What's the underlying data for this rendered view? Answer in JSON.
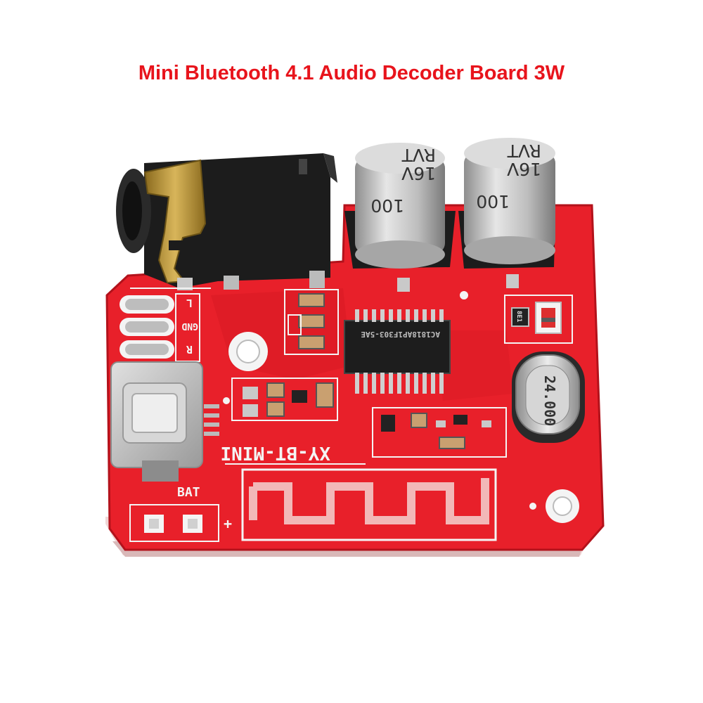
{
  "title": "Mini Bluetooth 4.1 Audio Decoder Board 3W",
  "colors": {
    "title": "#e8141c",
    "pcb": "#e8202a",
    "pcb_dark": "#b3121b",
    "silkscreen": "#f4f4f4",
    "metal": "#c9c9c9"
  },
  "board": {
    "silk_name": "XY-BT-MINI",
    "label_l": "L",
    "label_gnd": "GND",
    "label_r": "R",
    "label_bat": "BAT",
    "label_plus": "+",
    "chip_marking": "AC1818AP1F303-5AE",
    "crystal_marking": "24.000",
    "resistor_marking": "8E1"
  },
  "capacitors": [
    {
      "line1": "100",
      "line2": "16V",
      "line3": "RVT"
    },
    {
      "line1": "100",
      "line2": "16V",
      "line3": "RVT"
    }
  ]
}
